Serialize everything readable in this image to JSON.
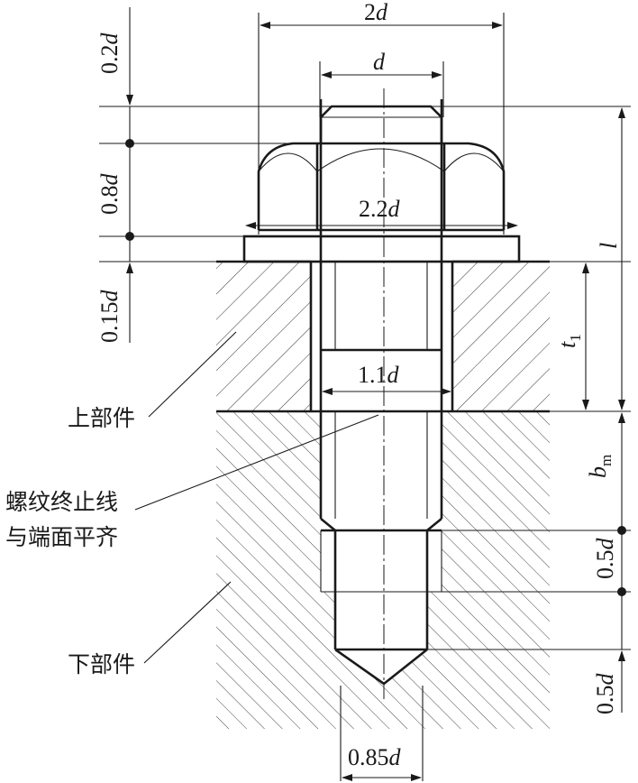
{
  "dims": {
    "top_width": {
      "num": "2",
      "sym": "d"
    },
    "nut_width": {
      "sym": "d"
    },
    "washer_dia": {
      "num": "2.2",
      "sym": "d"
    },
    "hole_dia": {
      "num": "1.1",
      "sym": "d"
    },
    "tip_dia": {
      "num": "0.85",
      "sym": "d"
    },
    "protrusion": {
      "num": "0.2",
      "sym": "d"
    },
    "nut_height": {
      "num": "0.8",
      "sym": "d"
    },
    "washer_thk": {
      "num": "0.15",
      "sym": "d"
    },
    "length": {
      "sym": "l"
    },
    "t1": {
      "sym": "t",
      "sub": "1"
    },
    "bm": {
      "sym": "b",
      "sub": "m"
    },
    "chamfer_a": {
      "num": "0.5",
      "sym": "d"
    },
    "chamfer_b": {
      "num": "0.5",
      "sym": "d"
    }
  },
  "labels": {
    "upper_part": "上部件",
    "thread_end_line1": "螺纹终止线",
    "thread_end_line2": "与端面平齐",
    "lower_part": "下部件"
  }
}
